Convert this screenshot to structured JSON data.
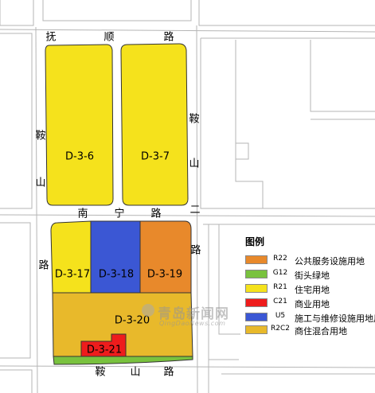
{
  "roads": {
    "fushun": [
      "抚",
      "顺",
      "路"
    ],
    "nanning": [
      "南",
      "宁",
      "路",
      "二"
    ],
    "anshan_lower": [
      "鞍",
      "山",
      "路"
    ],
    "anshan_left": [
      "鞍",
      "山",
      "路"
    ],
    "anshan_right": [
      "鞍",
      "山",
      "路"
    ]
  },
  "parcels": {
    "d36": "D-3-6",
    "d37": "D-3-7",
    "d317": "D-3-17",
    "d318": "D-3-18",
    "d319": "D-3-19",
    "d320": "D-3-20",
    "d321": "D-3-21"
  },
  "colors": {
    "r22": "#e8892b",
    "g12": "#79c23e",
    "r21": "#f5e21c",
    "c21": "#ee1c1c",
    "u5": "#3b57d4",
    "r2c2": "#e8b92b"
  },
  "legend": {
    "title": "图例",
    "items": [
      {
        "code": "R22",
        "label": "公共服务设施用地",
        "color": "#e8892b"
      },
      {
        "code": "G12",
        "label": "街头绿地",
        "color": "#79c23e"
      },
      {
        "code": "R21",
        "label": "住宅用地",
        "color": "#f5e21c"
      },
      {
        "code": "C21",
        "label": "商业用地",
        "color": "#ee1c1c"
      },
      {
        "code": "U5",
        "label": "施工与维修设施用地用地",
        "color": "#3b57d4"
      },
      {
        "code": "R2C2",
        "label": "商住混合用地",
        "color": "#e8b92b"
      }
    ]
  },
  "watermark": {
    "text": "青岛新闻网",
    "sub": "QingDaoNews.com"
  }
}
